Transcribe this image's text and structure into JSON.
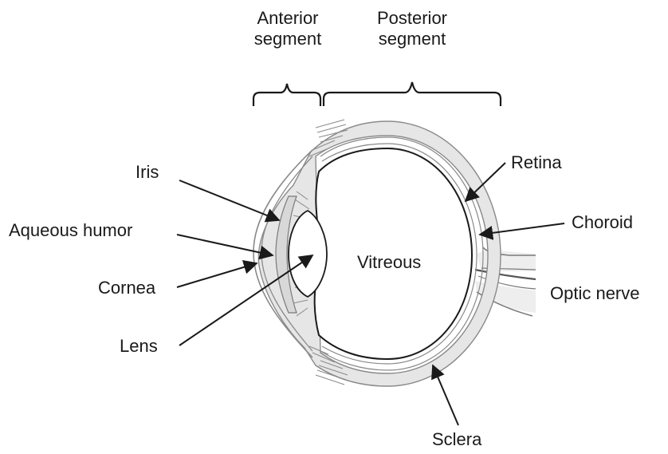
{
  "header": {
    "anterior": [
      "Anterior",
      "segment"
    ],
    "posterior": [
      "Posterior",
      "segment"
    ]
  },
  "labels": {
    "iris": "Iris",
    "aqueous_humor": "Aqueous  humor",
    "cornea": "Cornea",
    "lens": "Lens",
    "vitreous": "Vitreous",
    "retina": "Retina",
    "choroid": "Choroid",
    "optic_nerve": "Optic nerve",
    "sclera": "Sclera"
  },
  "colors": {
    "outline": "#1a1a1a",
    "tissue_fill": "#e6e6e6",
    "tissue_stroke": "#8a8a8a"
  }
}
